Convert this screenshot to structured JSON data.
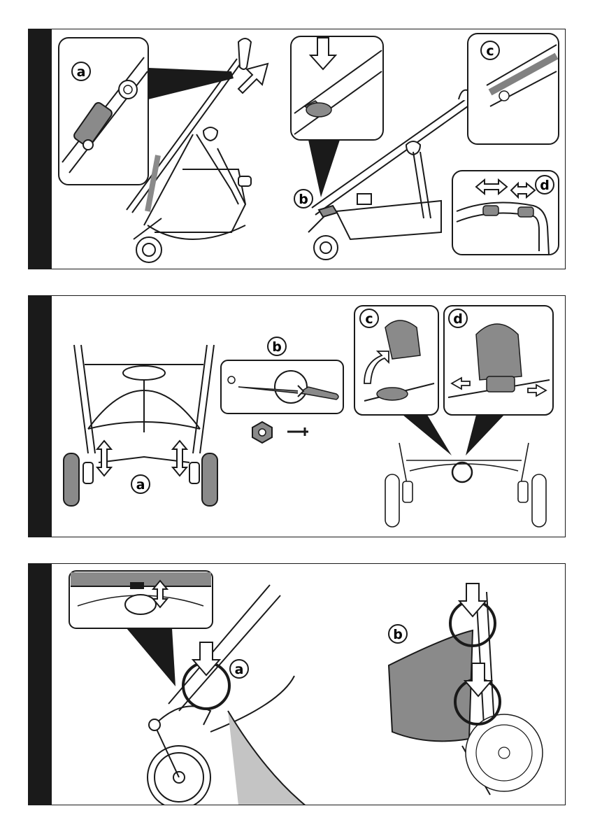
{
  "page": {
    "page_number": ""
  },
  "panels": [
    {
      "id": "panel-1",
      "labels": {
        "a": "a",
        "b": "b",
        "c": "c",
        "d": "d"
      }
    },
    {
      "id": "panel-2",
      "labels": {
        "a": "a",
        "b": "b",
        "c": "c",
        "d": "d"
      }
    },
    {
      "id": "panel-3",
      "labels": {
        "a": "a",
        "b": "b"
      }
    }
  ],
  "colors": {
    "ink": "#1a1a1a",
    "fill_gray": "#8a8a8a",
    "light_gray": "#c4c4c4",
    "paper": "#ffffff"
  },
  "icons": [
    "arrow-up-right-icon",
    "arrow-down-icon",
    "double-arrow-horizontal-icon",
    "double-arrow-vertical-icon",
    "rotate-arrow-icon",
    "screwdriver-icon",
    "nut-icon",
    "bolt-icon"
  ]
}
